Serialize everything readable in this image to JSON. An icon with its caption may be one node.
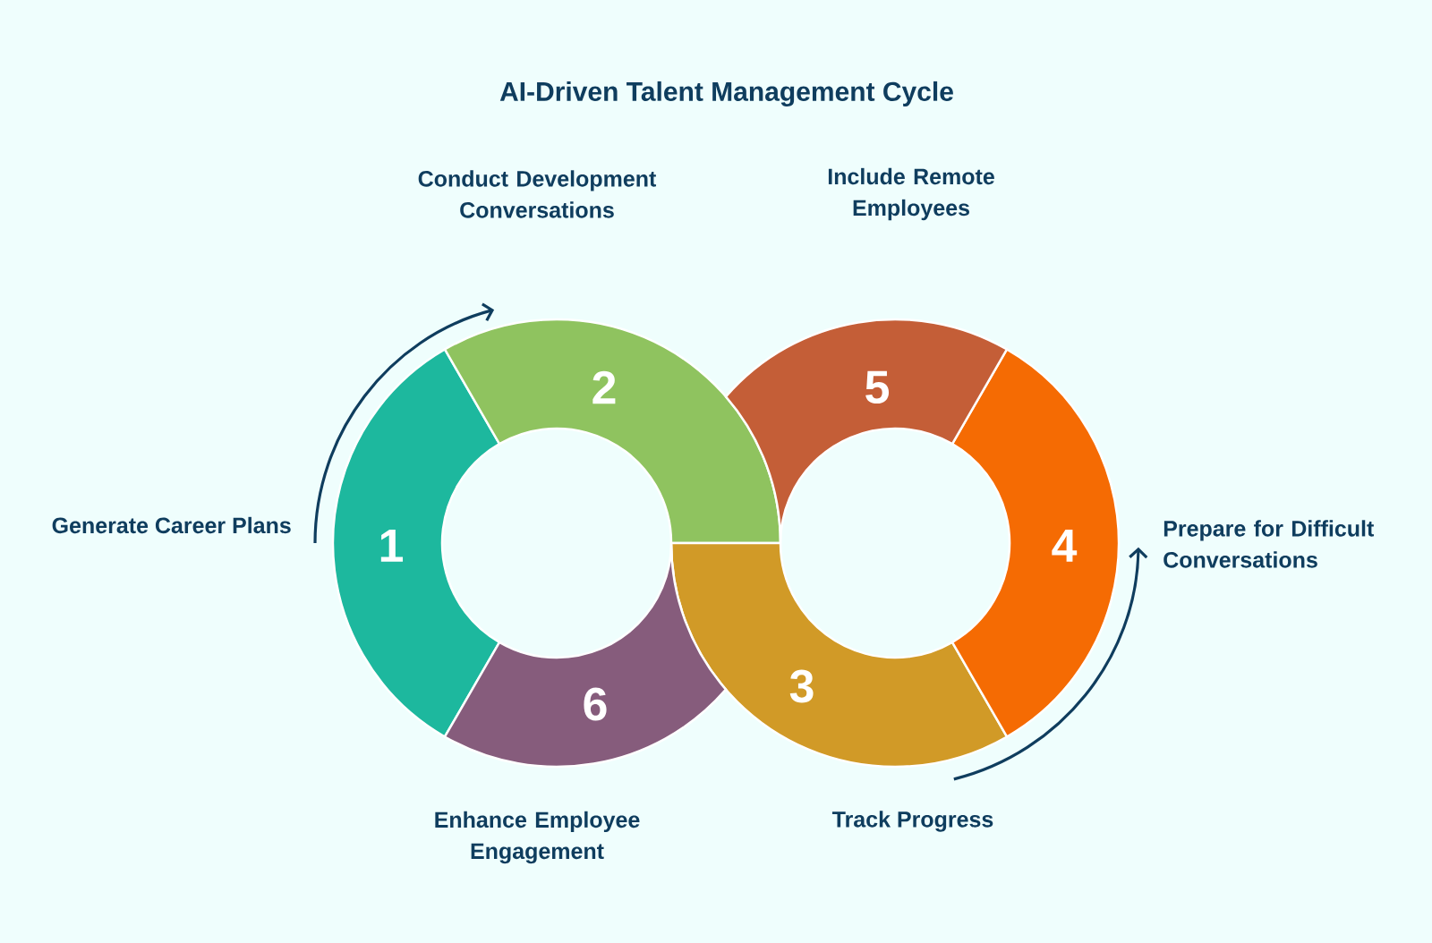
{
  "diagram": {
    "title": "AI-Driven Talent Management Cycle",
    "nodes": [
      {
        "text": [
          "1"
        ],
        "beside": [
          "Generate Career Plans"
        ]
      },
      {
        "text": [
          "2"
        ]
      },
      {
        "text": [
          "3"
        ],
        "beside": [
          "Track Progress"
        ]
      },
      {
        "text": [
          "4"
        ],
        "beside": [
          "Prepare for Difficult Conversations"
        ]
      },
      {
        "text": [
          "5"
        ]
      },
      {
        "text": [
          "6"
        ],
        "beside": [
          "Enhance Employee Engagement"
        ]
      }
    ],
    "labels": [
      "Conduct Development Conversations",
      "Include Remote Employees"
    ]
  }
}
